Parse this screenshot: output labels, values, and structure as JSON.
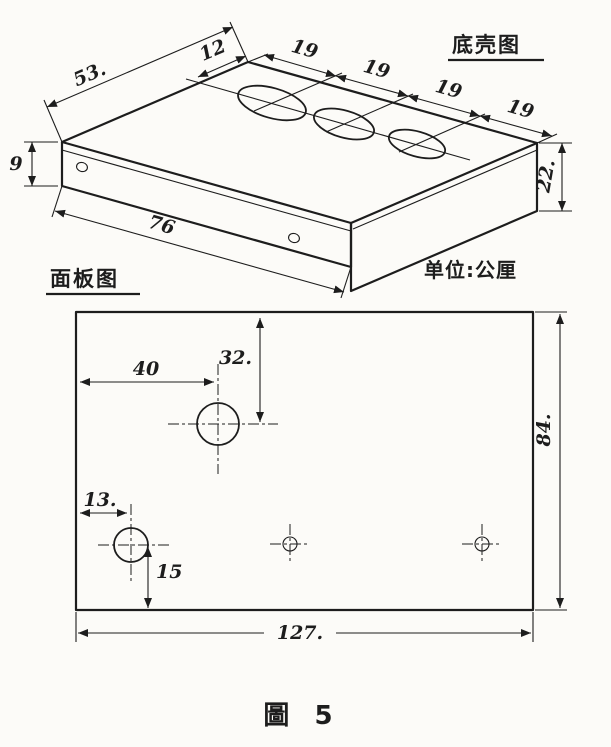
{
  "figure": {
    "caption": "圖 5",
    "unit_note": "单位:公厘",
    "colors": {
      "ink": "#1d1d1d",
      "paper": "#fcfbf8"
    }
  },
  "iso_view": {
    "title": "底壳图",
    "dims": {
      "side_width": "53.",
      "hole_row_offset": "12",
      "hole_pitch": [
        "19",
        "19",
        "19",
        "19"
      ],
      "front_flange_height": "9",
      "front_length": "76",
      "right_flange_height": "22."
    }
  },
  "panel_view": {
    "title": "面板图",
    "dims": {
      "large_hole_from_left": "40",
      "large_hole_from_top": "32.",
      "left_hole_from_left": "13.",
      "left_hole_from_bottom": "15",
      "panel_width": "127.",
      "panel_height": "84."
    }
  }
}
